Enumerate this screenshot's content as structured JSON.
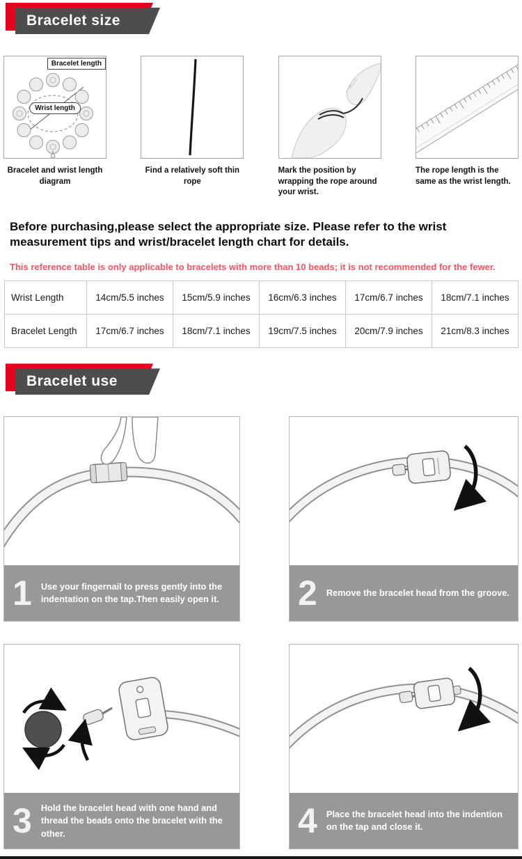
{
  "banners": {
    "size_title": "Bracelet size",
    "use_title": "Bracelet use"
  },
  "measure_steps": [
    {
      "caption": "Bracelet and wrist length diagram",
      "labels": {
        "bracelet": "Bracelet length",
        "wrist": "Wrist length"
      }
    },
    {
      "caption": "Find a relatively soft thin rope"
    },
    {
      "caption": "Mark the position by wrapping the rope around your wrist."
    },
    {
      "caption": "The rope length is the same as the wrist length."
    }
  ],
  "intro": "Before purchasing,please select the appropriate size. Please refer to the wrist measurement tips and wrist/bracelet length chart for details.",
  "note": "This reference table is only applicable to bracelets with more than 10 beads; it is not recommended for the fewer.",
  "size_table": {
    "rows": [
      {
        "label": "Wrist Length",
        "values": [
          "14cm/5.5 inches",
          "15cm/5.9 inches",
          "16cm/6.3 inches",
          "17cm/6.7 inches",
          "18cm/7.1 inches"
        ]
      },
      {
        "label": "Bracelet Length",
        "values": [
          "17cm/6.7 inches",
          "18cm/7.1 inches",
          "19cm/7.5 inches",
          "20cm/7.9 inches",
          "21cm/8.3 inches"
        ]
      }
    ]
  },
  "use_steps": [
    {
      "number": "1",
      "text": "Use your fingernail to press gently into the indentation on the tap.Then easily open it."
    },
    {
      "number": "2",
      "text": "Remove the bracelet head from the groove."
    },
    {
      "number": "3",
      "text": "Hold the bracelet head with one hand and thread the beads onto the bracelet with the other."
    },
    {
      "number": "4",
      "text": "Place the bracelet head into the indention on the tap and close it."
    }
  ],
  "colors": {
    "accent_red": "#e8001f",
    "banner_gray": "#4d4d4d",
    "note_pink": "#ff5162",
    "caption_bar_gray": "#989898"
  }
}
